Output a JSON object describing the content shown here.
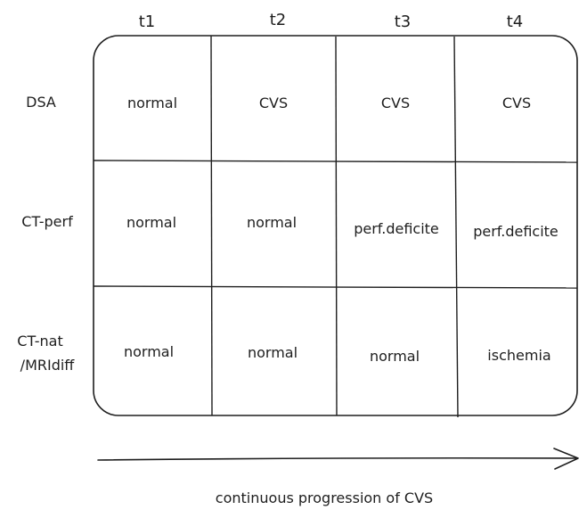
{
  "columns": [
    "t1",
    "t2",
    "t3",
    "t4"
  ],
  "rows": [
    {
      "label_lines": [
        "DSA"
      ],
      "cells": [
        "normal",
        "CVS",
        "CVS",
        "CVS"
      ]
    },
    {
      "label_lines": [
        "CT-perf"
      ],
      "cells": [
        "normal",
        "normal",
        "perf.deficite",
        "perf.deficite"
      ]
    },
    {
      "label_lines": [
        "CT-nat",
        "/MRIdiff"
      ],
      "cells": [
        "normal",
        "normal",
        "normal",
        "ischemia"
      ]
    }
  ],
  "arrow": {
    "caption": "continuous progression of CVS"
  },
  "colors": {
    "stroke": "#1e1e1e",
    "background": "#ffffff"
  }
}
